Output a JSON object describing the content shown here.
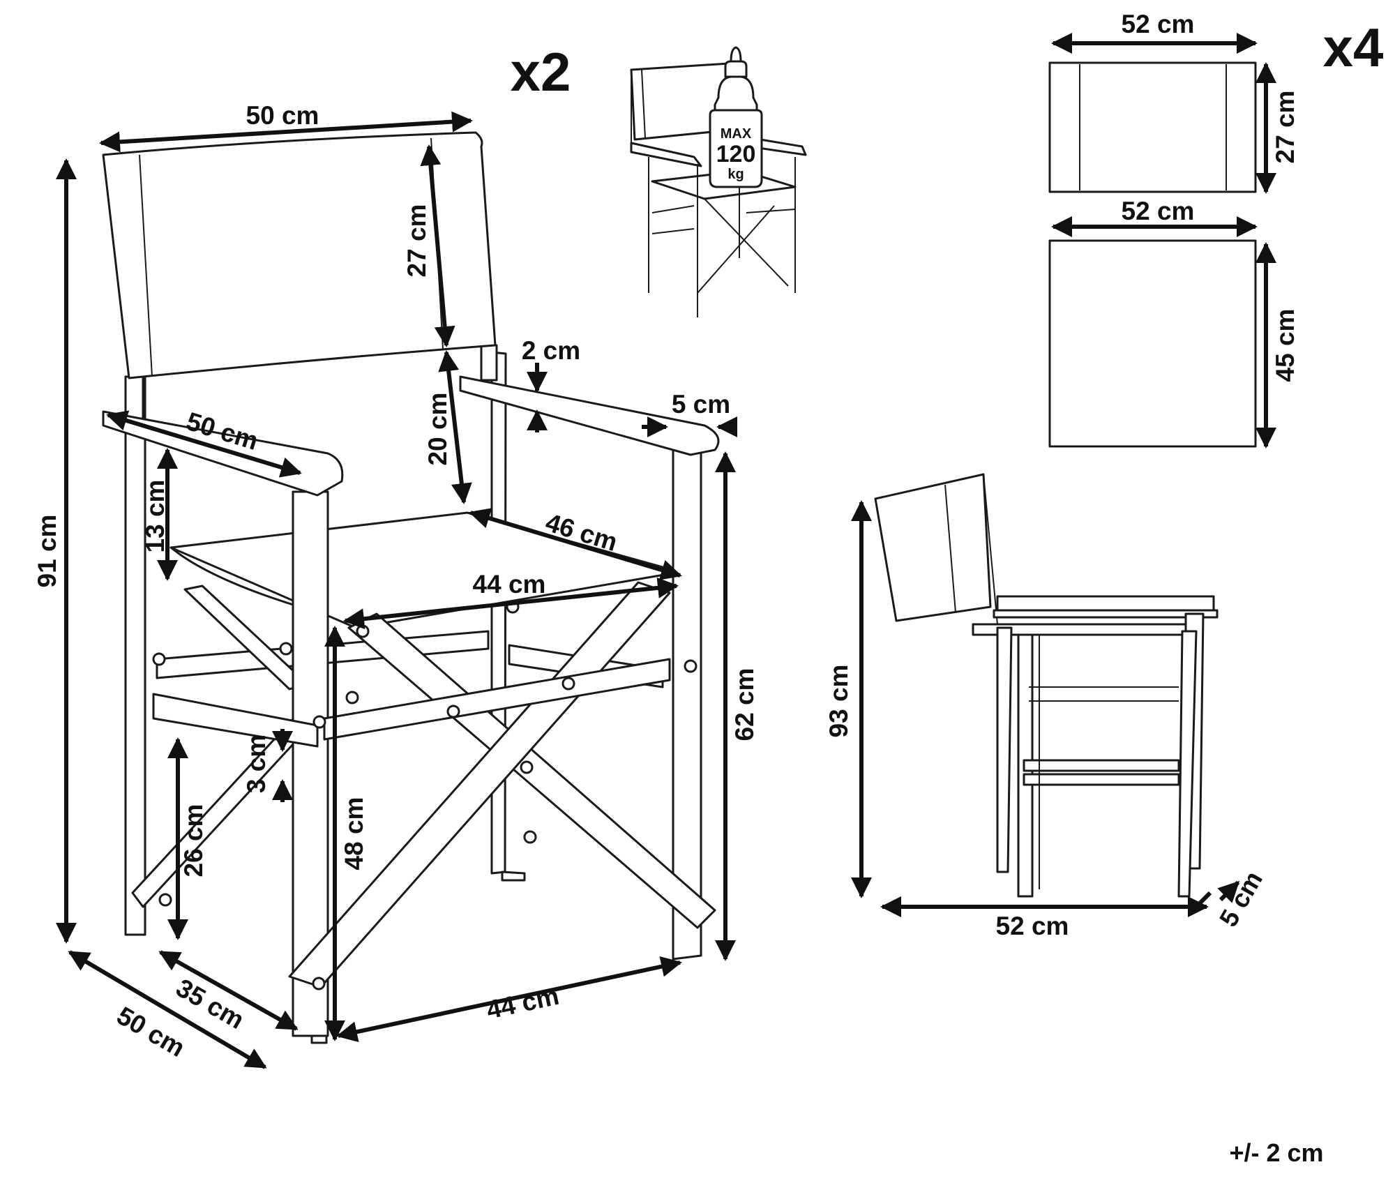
{
  "multipliers": {
    "chairs": "x2",
    "cushions": "x4"
  },
  "weight_badge": {
    "line1": "MAX",
    "line2": "120",
    "line3": "kg"
  },
  "tolerance": "+/- 2 cm",
  "front_view": {
    "overall_height": "91 cm",
    "backrest_width": "50 cm",
    "backrest_height": "27 cm",
    "back_gap": "20 cm",
    "armrest_length": "50 cm",
    "armrest_thickness": "2 cm",
    "armrest_width": "5 cm",
    "seat_to_arm": "13 cm",
    "seat_depth": "46 cm",
    "seat_width": "44 cm",
    "arm_height": "62 cm",
    "seat_height": "48 cm",
    "rail_thickness": "3 cm",
    "rail_height": "26 cm",
    "base_width": "44 cm",
    "side_depth": "35 cm",
    "overall_depth": "50 cm"
  },
  "cushions": {
    "back_width": "52 cm",
    "back_height": "27 cm",
    "seat_width": "52 cm",
    "seat_height": "45 cm"
  },
  "folded_view": {
    "height": "93 cm",
    "width": "52 cm",
    "thickness": "5 cm"
  }
}
